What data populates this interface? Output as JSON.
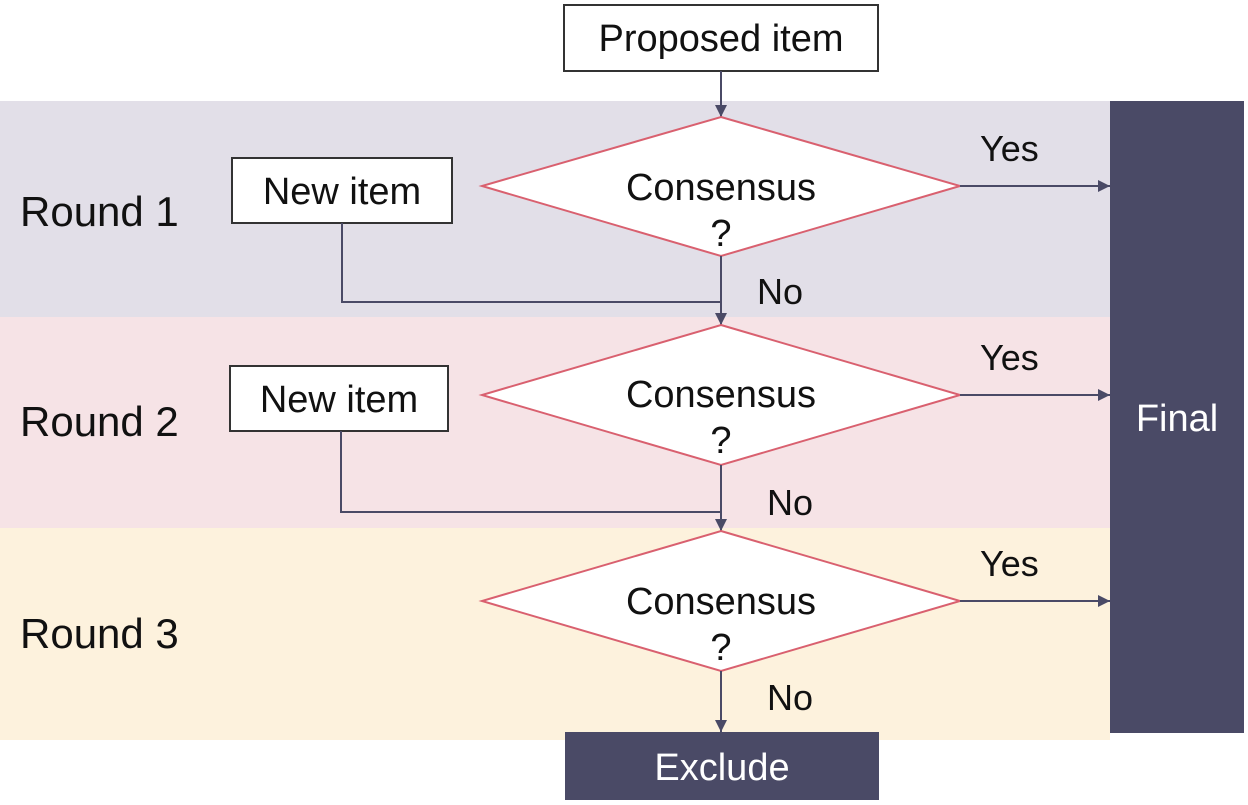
{
  "colors": {
    "band_round1": "#e2dfe8",
    "band_round2": "#f6e3e6",
    "band_round3": "#fdf2dd",
    "dark_fill": "#4a4a66",
    "diamond_stroke": "#d9606f",
    "arrow": "#4a4a66",
    "box_stroke": "#333333"
  },
  "proposed_item": "Proposed item",
  "rounds": [
    {
      "label": "Round 1",
      "new_item": "New item",
      "decision_line1": "Consensus",
      "decision_line2": "?",
      "yes": "Yes",
      "no": "No"
    },
    {
      "label": "Round 2",
      "new_item": "New item",
      "decision_line1": "Consensus",
      "decision_line2": "?",
      "yes": "Yes",
      "no": "No"
    },
    {
      "label": "Round 3",
      "decision_line1": "Consensus",
      "decision_line2": "?",
      "yes": "Yes",
      "no": "No"
    }
  ],
  "final": "Final",
  "exclude": "Exclude"
}
